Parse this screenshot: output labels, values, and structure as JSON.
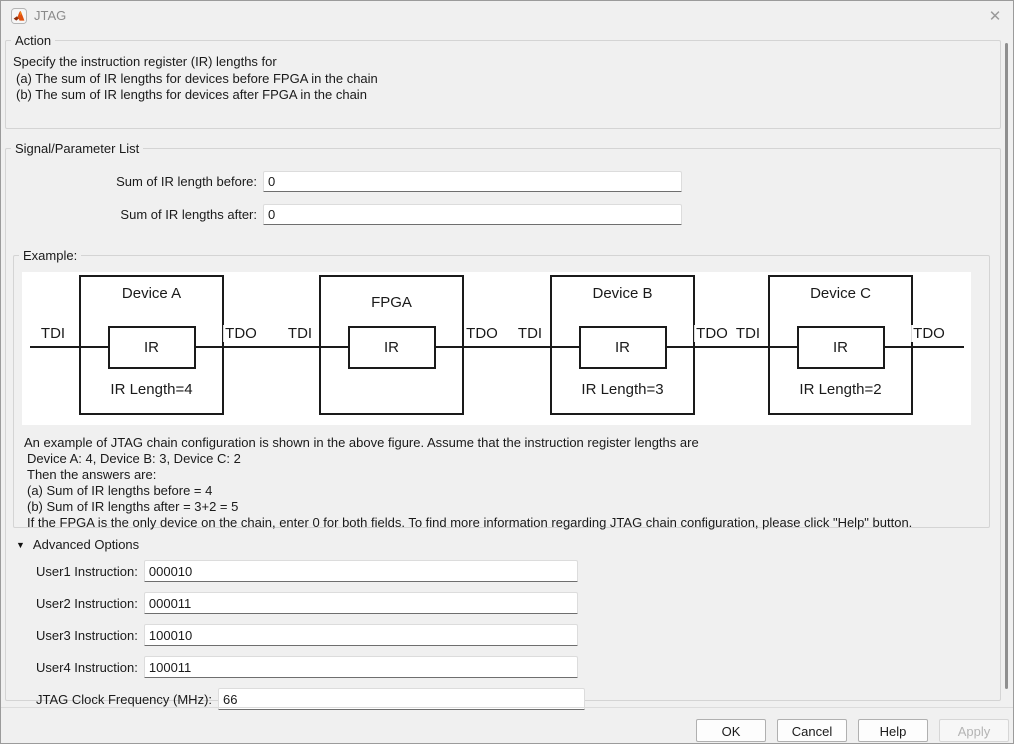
{
  "window": {
    "title": "JTAG",
    "close_icon": "✕"
  },
  "action": {
    "legend": "Action",
    "lines": [
      "Specify the instruction register (IR) lengths for",
      "(a) The sum of IR lengths for devices before FPGA in the chain",
      "(b) The sum of IR lengths for devices after FPGA in the chain"
    ]
  },
  "signal_list": {
    "legend": "Signal/Parameter List",
    "fields": [
      {
        "label": "Sum of IR length before:",
        "value": "0"
      },
      {
        "label": "Sum of IR lengths after:",
        "value": "0"
      }
    ]
  },
  "example": {
    "legend": "Example:",
    "tdi": "TDI",
    "tdo": "TDO",
    "ir": "IR",
    "devices": [
      {
        "name": "Device A",
        "ir_length": "IR Length=4"
      },
      {
        "name": "FPGA",
        "ir_length": ""
      },
      {
        "name": "Device B",
        "ir_length": "IR Length=3"
      },
      {
        "name": "Device C",
        "ir_length": "IR Length=2"
      }
    ],
    "notes": [
      "An example of JTAG chain configuration is shown in the above figure. Assume that the instruction register lengths are",
      "Device A: 4, Device B: 3, Device C: 2",
      "Then the answers are:",
      "(a) Sum of IR lengths before = 4",
      "(b) Sum of IR lengths after = 3+2 = 5",
      "If the FPGA is the only device on the chain, enter 0 for both fields. To find more information regarding JTAG chain configuration, please click \"Help\" button."
    ]
  },
  "advanced": {
    "collapse_icon": "▼",
    "header": "Advanced Options",
    "fields": [
      {
        "label": "User1 Instruction:",
        "value": "000010"
      },
      {
        "label": "User2 Instruction:",
        "value": "000011"
      },
      {
        "label": "User3 Instruction:",
        "value": "100010"
      },
      {
        "label": "User4 Instruction:",
        "value": "100011"
      },
      {
        "label": "JTAG Clock Frequency (MHz):",
        "value": "66"
      }
    ]
  },
  "buttons": {
    "ok": "OK",
    "cancel": "Cancel",
    "help": "Help",
    "apply": "Apply"
  },
  "colors": {
    "matlab_orange": "#e0500e",
    "matlab_dark_red": "#8c2b0a"
  }
}
